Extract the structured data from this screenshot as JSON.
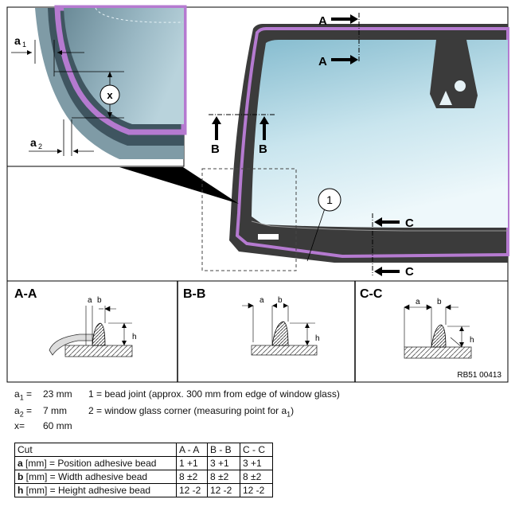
{
  "labels": {
    "section_a_top": "A",
    "section_a_bottom": "A",
    "section_b_left": "B",
    "section_b_right": "B",
    "section_c_top": "C",
    "section_c_bottom": "C",
    "callout_1": "1",
    "callout_x": "x",
    "detail_a1": "a",
    "detail_a1_sub": "1",
    "detail_a2": "a",
    "detail_a2_sub": "2"
  },
  "sections": [
    {
      "title": "A-A",
      "a": "a",
      "b": "b",
      "h": "h"
    },
    {
      "title": "B-B",
      "a": "a",
      "b": "b",
      "h": "h"
    },
    {
      "title": "C-C",
      "a": "a",
      "b": "b",
      "h": "h"
    }
  ],
  "ref_code": "RB51 00413",
  "legend": {
    "a1_label": "a",
    "a1_sub": "1",
    "a1_eq": " =",
    "a1_value": "23 mm",
    "a2_label": "a",
    "a2_sub": "2",
    "a2_eq": " =",
    "a2_value": "7 mm",
    "x_label": "x=",
    "x_value": "60 mm",
    "note1": "1 = bead joint (approx. 300 mm from edge of window glass)",
    "note2_pre": "2 = window glass corner (measuring point for a",
    "note2_sub": "1",
    "note2_post": ")"
  },
  "table": {
    "headers": [
      "Cut",
      "A - A",
      "B - B",
      "C - C"
    ],
    "rows": [
      {
        "key": "a",
        "desc": " [mm] = Position adhesive bead",
        "vals": [
          "1 +1",
          "3 +1",
          "3 +1"
        ]
      },
      {
        "key": "b",
        "desc": " [mm] = Width adhesive bead",
        "vals": [
          "8 ±2",
          "8 ±2",
          "8 ±2"
        ]
      },
      {
        "key": "h",
        "desc": " [mm] = Height adhesive bead",
        "vals": [
          "12 -2",
          "12 -2",
          "12 -2"
        ]
      }
    ]
  },
  "colors": {
    "frame": "#3a3a3a",
    "bead": "#b57ad0",
    "glass_top": "#7fb7cc",
    "glass_bottom": "#dff0f5",
    "detail_bg": "#6f8f9c"
  }
}
